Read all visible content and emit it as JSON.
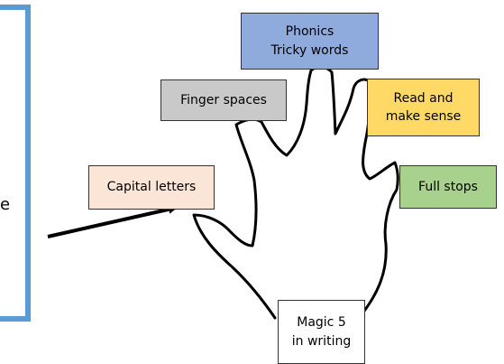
{
  "frame": {
    "edge_text": "e"
  },
  "labels": {
    "phonics": {
      "text": "Phonics\nTricky words",
      "color": "#8faadc"
    },
    "finger_spaces": {
      "text": "Finger spaces",
      "color": "#c9c9c9"
    },
    "read_sense": {
      "text": "Read and\nmake sense",
      "color": "#ffd966"
    },
    "capital_letters": {
      "text": "Capital letters",
      "color": "#fbe5d6"
    },
    "full_stops": {
      "text": "Full stops",
      "color": "#a9d18e"
    },
    "magic_five": {
      "text": "Magic 5\nin writing",
      "color": "#ffffff"
    }
  }
}
